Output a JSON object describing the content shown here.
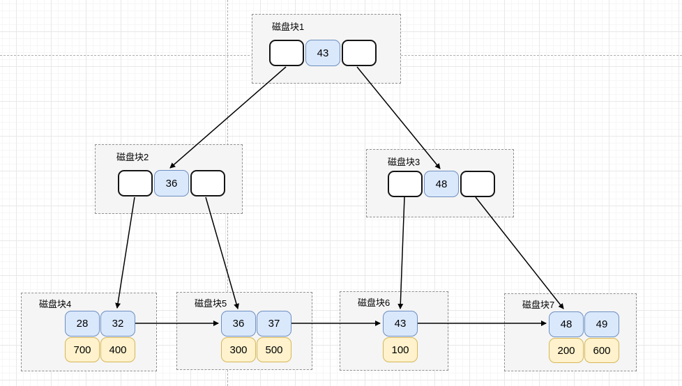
{
  "diagram": {
    "type": "b-plus-tree-disk-blocks",
    "blocks": [
      {
        "id": "block1",
        "label": "磁盘块1",
        "key": "43"
      },
      {
        "id": "block2",
        "label": "磁盘块2",
        "key": "36"
      },
      {
        "id": "block3",
        "label": "磁盘块3",
        "key": "48"
      },
      {
        "id": "block4",
        "label": "磁盘块4",
        "keys": [
          "28",
          "32"
        ],
        "data": [
          "700",
          "400"
        ]
      },
      {
        "id": "block5",
        "label": "磁盘块5",
        "keys": [
          "36",
          "37"
        ],
        "data": [
          "300",
          "500"
        ]
      },
      {
        "id": "block6",
        "label": "磁盘块6",
        "keys": [
          "43"
        ],
        "data": [
          "100"
        ]
      },
      {
        "id": "block7",
        "label": "磁盘块7",
        "keys": [
          "48",
          "49"
        ],
        "data": [
          "200",
          "600"
        ]
      }
    ],
    "edges": [
      {
        "from": "磁盘块1",
        "to": "磁盘块2",
        "kind": "child-pointer"
      },
      {
        "from": "磁盘块1",
        "to": "磁盘块3",
        "kind": "child-pointer"
      },
      {
        "from": "磁盘块2",
        "to": "磁盘块4",
        "kind": "child-pointer"
      },
      {
        "from": "磁盘块2",
        "to": "磁盘块5",
        "kind": "child-pointer"
      },
      {
        "from": "磁盘块3",
        "to": "磁盘块6",
        "kind": "child-pointer"
      },
      {
        "from": "磁盘块3",
        "to": "磁盘块7",
        "kind": "child-pointer"
      },
      {
        "from": "磁盘块4",
        "to": "磁盘块5",
        "kind": "leaf-link"
      },
      {
        "from": "磁盘块5",
        "to": "磁盘块6",
        "kind": "leaf-link"
      },
      {
        "from": "磁盘块6",
        "to": "磁盘块7",
        "kind": "leaf-link"
      }
    ],
    "colors": {
      "key_cell_fill": "#dae8fc",
      "key_cell_border": "#6c8ebf",
      "data_cell_fill": "#fff2cc",
      "data_cell_border": "#d6b656",
      "pointer_cell_fill": "#ffffff",
      "pointer_cell_border": "#141414",
      "container_fill": "#f5f5f5",
      "container_border": "#8f8f8f",
      "arrow_color": "#000000"
    }
  }
}
